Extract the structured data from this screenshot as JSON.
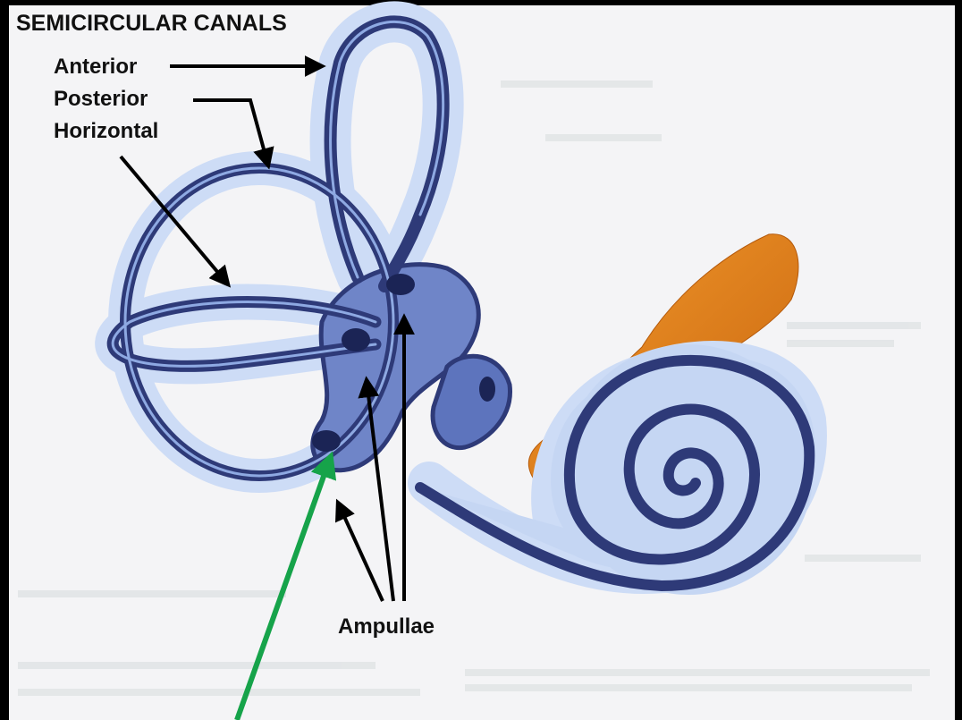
{
  "diagram": {
    "title": "SEMICIRCULAR CANALS",
    "canal_labels": [
      "Anterior",
      "Posterior",
      "Horizontal"
    ],
    "ampullae_label": "Ampullae"
  },
  "colors": {
    "frame": "#000000",
    "paper": "#f4f4f6",
    "canal_dark": "#2e3a78",
    "canal_light": "#a9c2ee",
    "canal_halo": "#cddcf6",
    "nerve_orange": "#e2841f",
    "pointer_black": "#000000",
    "pointer_green": "#16a34a"
  }
}
